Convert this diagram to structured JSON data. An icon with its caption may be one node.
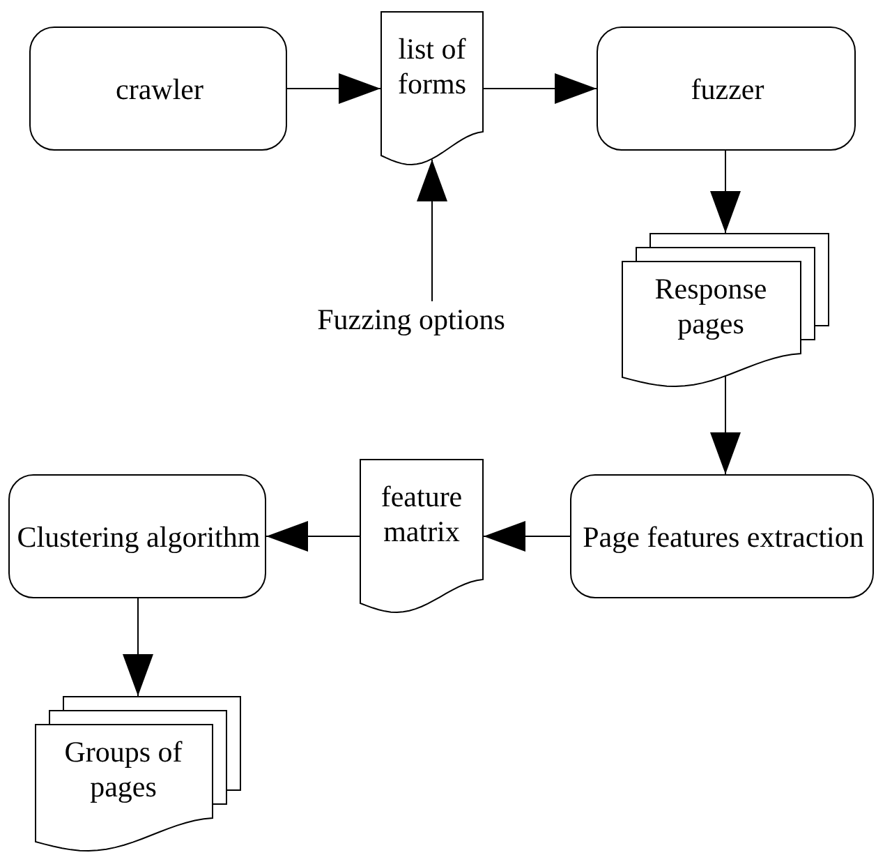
{
  "diagram": {
    "nodes": [
      {
        "text": [
          "crawler"
        ]
      },
      {
        "text": [
          "list of forms"
        ]
      },
      {
        "text": [
          "fuzzer"
        ]
      },
      {
        "text": [
          "Fuzzing options"
        ]
      },
      {
        "text": [
          "Response pages"
        ]
      },
      {
        "text": [
          "Page features extraction"
        ]
      },
      {
        "text": [
          "feature matrix"
        ]
      },
      {
        "text": [
          "Clustering algorithm"
        ]
      },
      {
        "text": [
          "Groups of pages"
        ]
      }
    ],
    "edges": [
      {
        "from": 0,
        "to": 1,
        "arrow": "to"
      },
      {
        "from": 1,
        "to": 2,
        "arrow": "to"
      },
      {
        "from": 3,
        "to": 1,
        "arrow": "to"
      },
      {
        "from": 2,
        "to": 4,
        "arrow": "to"
      },
      {
        "from": 4,
        "to": 5,
        "arrow": "to"
      },
      {
        "from": 5,
        "to": 6,
        "arrow": "to"
      },
      {
        "from": 6,
        "to": 7,
        "arrow": "to"
      },
      {
        "from": 7,
        "to": 8,
        "arrow": "to"
      }
    ]
  }
}
